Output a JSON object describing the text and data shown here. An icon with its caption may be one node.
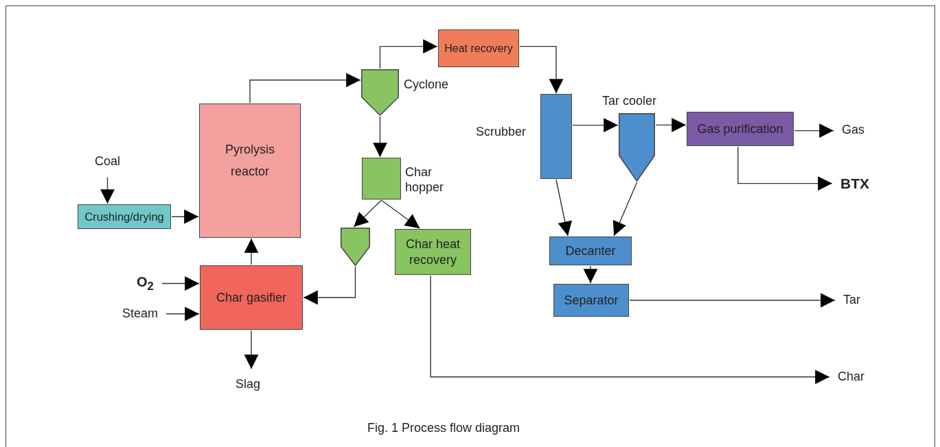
{
  "diagram": {
    "caption": "Fig. 1 Process flow diagram",
    "nodes": [
      {
        "text": [
          "Coal"
        ]
      },
      {
        "text": [
          "Crushing/drying"
        ]
      },
      {
        "text": [
          "Pyrolysis reactor"
        ]
      },
      {
        "text": [
          "O$_{2}$"
        ]
      },
      {
        "text": [
          "Steam"
        ]
      },
      {
        "text": [
          "Char gasifier"
        ]
      },
      {
        "text": [
          "Slag"
        ]
      },
      {
        "text": [
          "Cyclone"
        ]
      },
      {
        "text": [
          "Heat recovery"
        ]
      },
      {
        "text": [
          "Char hopper"
        ]
      },
      {
        "text": [],
        "shape": "funnel"
      },
      {
        "text": [
          "Char heat recovery"
        ]
      },
      {
        "text": [
          "Scrubber"
        ]
      },
      {
        "text": [
          "Tar cooler"
        ]
      },
      {
        "text": [
          "Gas purification"
        ]
      },
      {
        "text": [
          "Gas"
        ]
      },
      {
        "text": [
          "BTX"
        ]
      },
      {
        "text": [
          "Decanter"
        ]
      },
      {
        "text": [
          "Separator"
        ]
      },
      {
        "text": [
          "Tar"
        ]
      },
      {
        "text": [
          "Char"
        ]
      }
    ],
    "edges": [
      {
        "from": 0,
        "to": 1,
        "arrow": "to"
      },
      {
        "from": 1,
        "to": 2,
        "arrow": "to"
      },
      {
        "from": 5,
        "to": 2,
        "arrow": "to"
      },
      {
        "from": 3,
        "to": 5,
        "arrow": "to"
      },
      {
        "from": 4,
        "to": 5,
        "arrow": "to"
      },
      {
        "from": 5,
        "to": 6,
        "arrow": "to"
      },
      {
        "from": 2,
        "to": 7,
        "arrow": "to"
      },
      {
        "from": 7,
        "to": 8,
        "arrow": "to"
      },
      {
        "from": 7,
        "to": 9,
        "arrow": "to"
      },
      {
        "from": 9,
        "to": 10,
        "arrow": "to"
      },
      {
        "from": 9,
        "to": 11,
        "arrow": "to"
      },
      {
        "from": 10,
        "to": 5,
        "arrow": "to"
      },
      {
        "from": 8,
        "to": 12,
        "arrow": "to"
      },
      {
        "from": 12,
        "to": 13,
        "arrow": "to"
      },
      {
        "from": 13,
        "to": 14,
        "arrow": "to"
      },
      {
        "from": 14,
        "to": 15,
        "arrow": "to"
      },
      {
        "from": 14,
        "to": 16,
        "arrow": "to"
      },
      {
        "from": 12,
        "to": 17,
        "arrow": "to"
      },
      {
        "from": 13,
        "to": 17,
        "arrow": "to"
      },
      {
        "from": 17,
        "to": 18,
        "arrow": "to"
      },
      {
        "from": 18,
        "to": 19,
        "arrow": "to"
      },
      {
        "from": 11,
        "to": 20,
        "arrow": "to"
      }
    ]
  }
}
